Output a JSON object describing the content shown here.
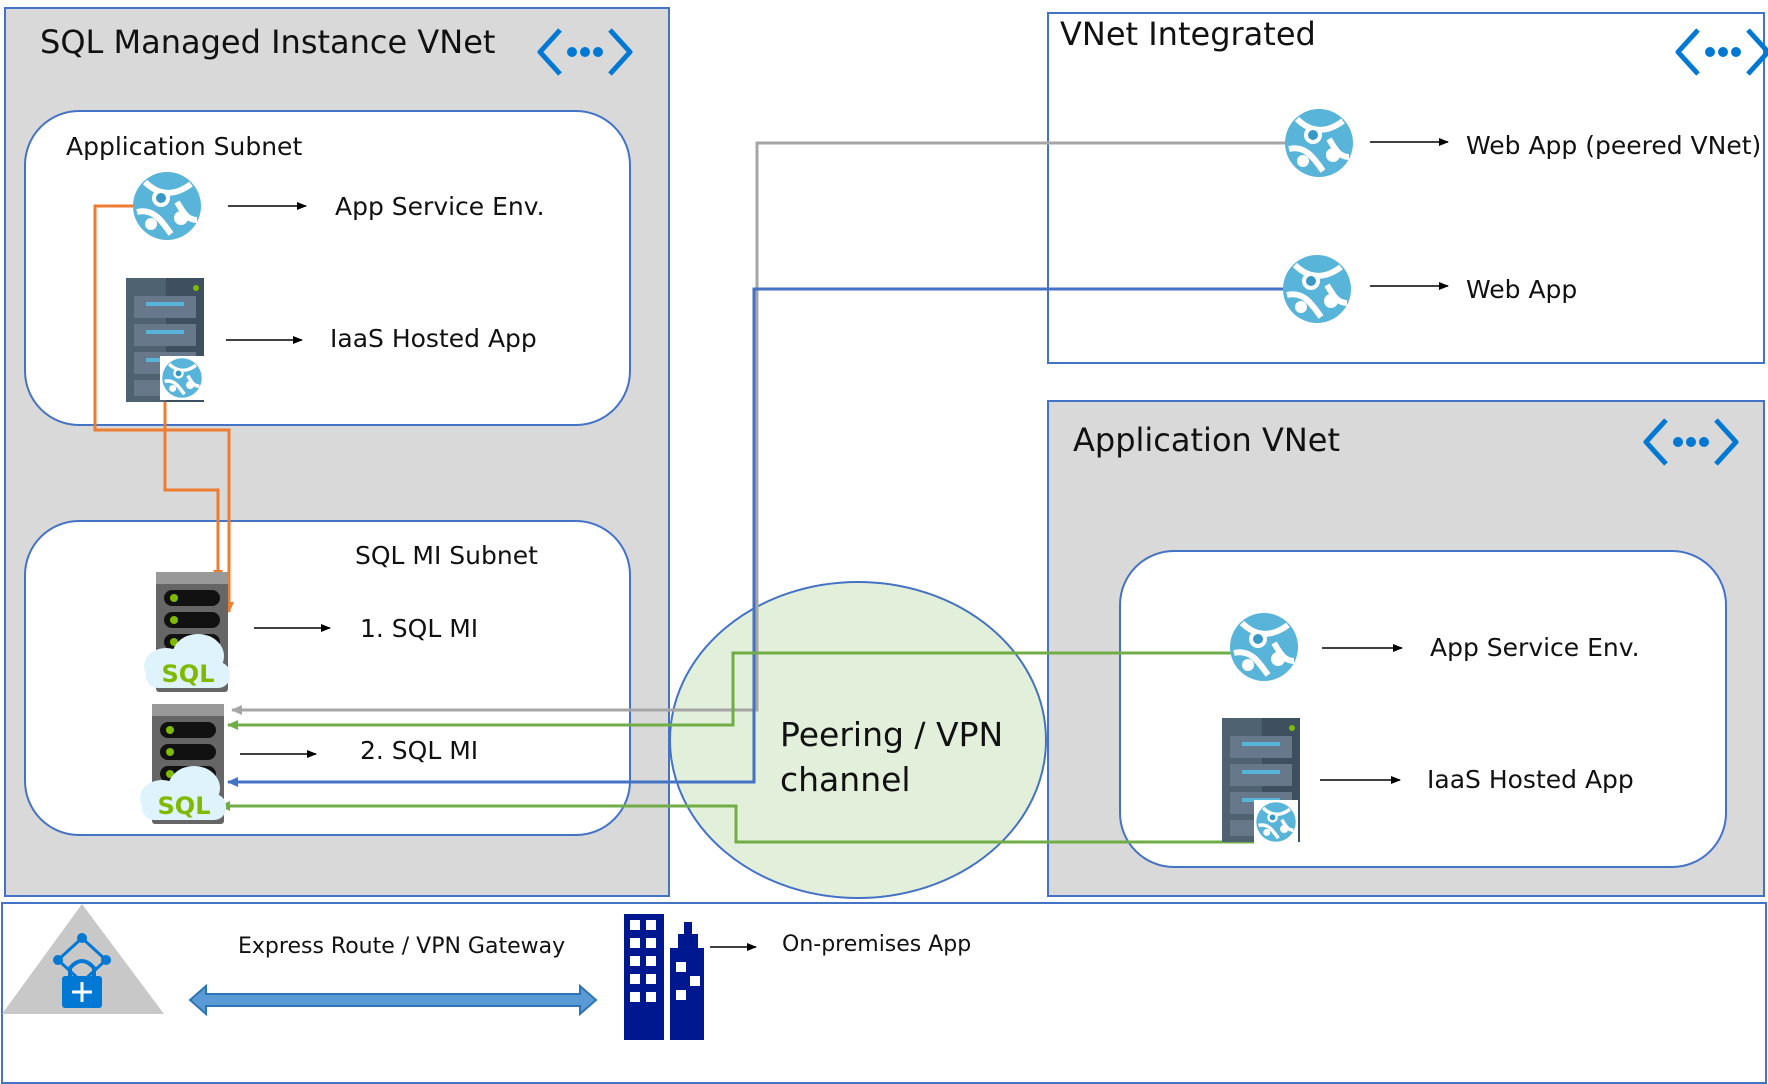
{
  "sql_vnet": {
    "title": "SQL Managed Instance VNet"
  },
  "app_subnet": {
    "title": "Application Subnet",
    "items": [
      {
        "label": "App Service Env.",
        "icon": "app-service-icon"
      },
      {
        "label": "IaaS Hosted App",
        "icon": "server-icon"
      }
    ]
  },
  "sqlmi_subnet": {
    "title": "SQL MI Subnet",
    "items": [
      {
        "label": "1. SQL MI",
        "icon": "sql-server-icon"
      },
      {
        "label": "2. SQL MI",
        "icon": "sql-server-icon"
      }
    ]
  },
  "vnet_integrated": {
    "title": "VNet Integrated",
    "items": [
      {
        "label": "Web App (peered VNet)",
        "icon": "app-service-icon"
      },
      {
        "label": "Web App",
        "icon": "app-service-icon"
      }
    ]
  },
  "app_vnet": {
    "title": "Application VNet",
    "items": [
      {
        "label": "App Service Env.",
        "icon": "app-service-icon"
      },
      {
        "label": "IaaS Hosted App",
        "icon": "server-icon"
      }
    ]
  },
  "peering": {
    "line1": "Peering / VPN",
    "line2": "channel"
  },
  "gateway": {
    "label": "Express Route / VPN Gateway",
    "icon": "vpn-gateway-icon"
  },
  "onprem": {
    "label": "On-premises App",
    "icon": "building-icon"
  },
  "colors": {
    "panel_gray": "#d9d9d9",
    "panel_border": "#4472c4",
    "orange": "#ed7d31",
    "gray_line": "#a6a6a6",
    "blue_line": "#4472c4",
    "green_line": "#70ad47",
    "peering_fill": "#e2efda",
    "azure_blue": "#0078d4"
  }
}
